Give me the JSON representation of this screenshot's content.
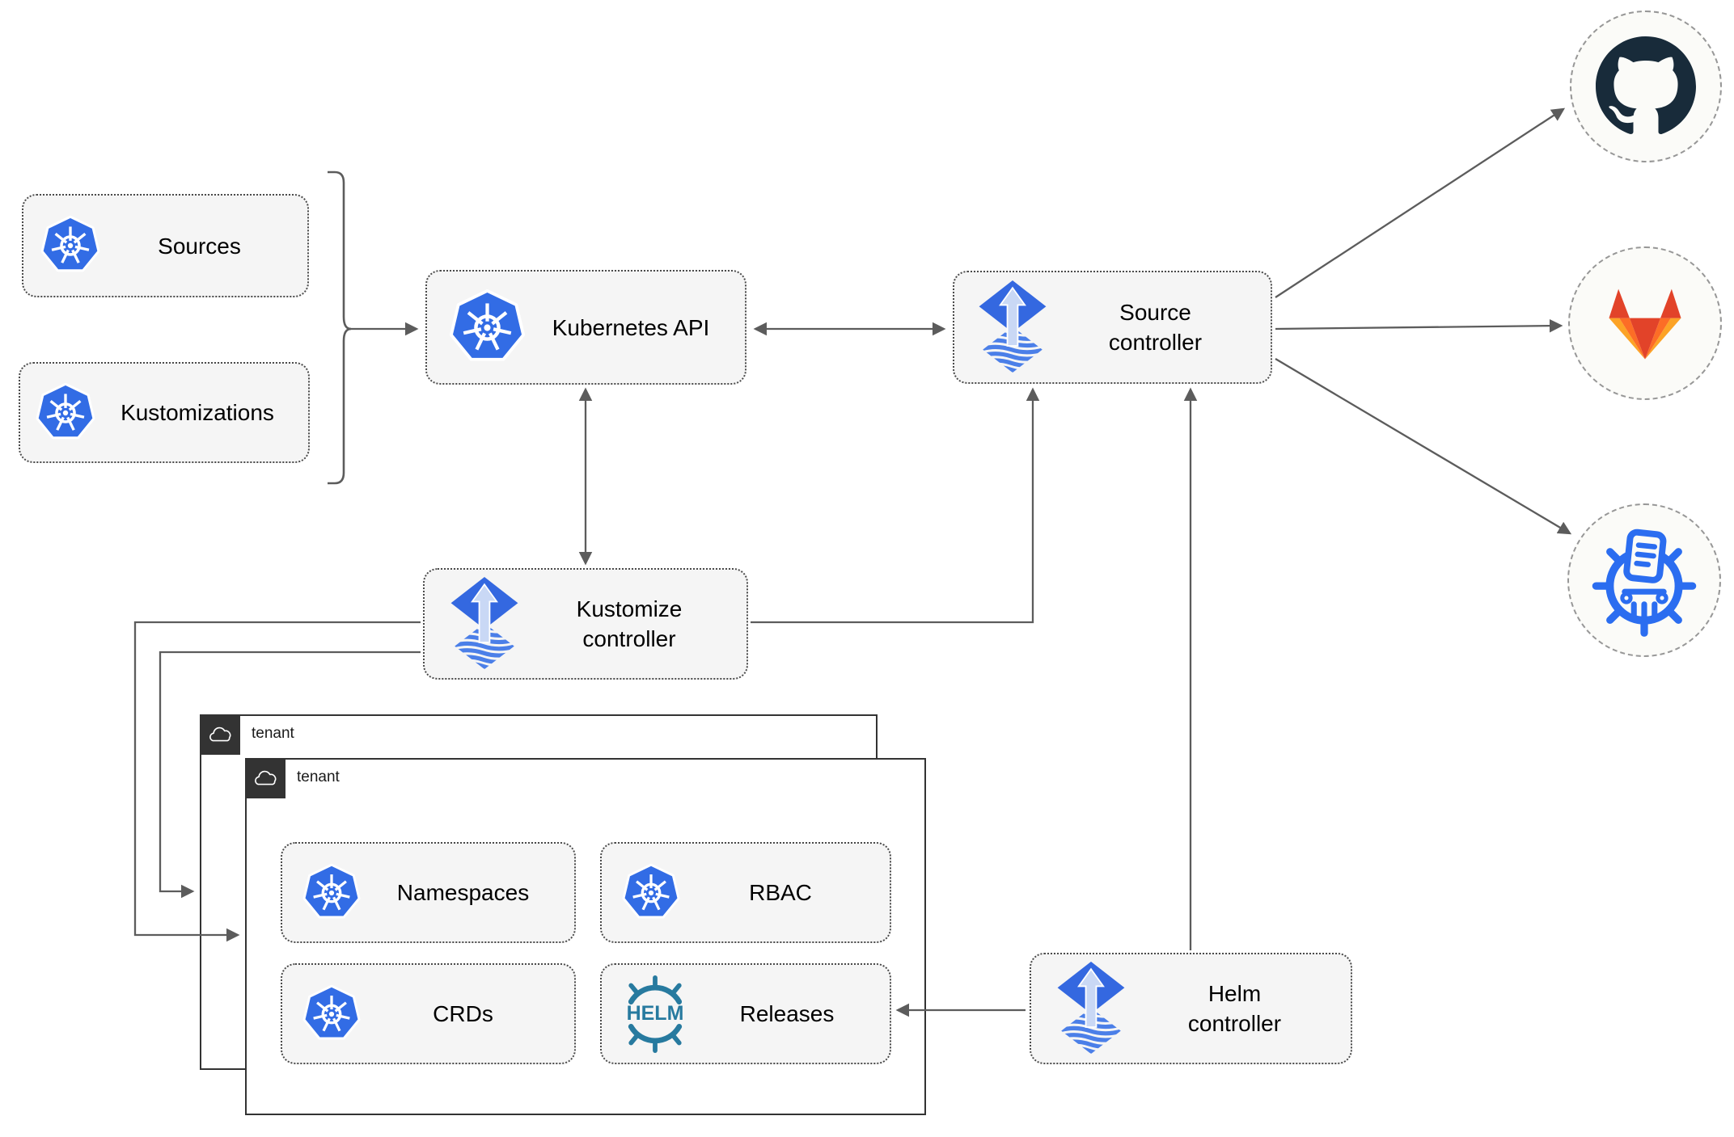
{
  "diagram": {
    "background": "#ffffff",
    "nodes": {
      "sources": {
        "label": "Sources",
        "icon": "kubernetes-icon"
      },
      "kustomizations": {
        "label": "Kustomizations",
        "icon": "kubernetes-icon"
      },
      "kubernetes_api": {
        "label": "Kubernetes API",
        "icon": "kubernetes-icon"
      },
      "source_controller": {
        "label": "Source controller",
        "icon": "flux-icon"
      },
      "kustomize_controller": {
        "label": "Kustomize controller",
        "icon": "flux-icon"
      },
      "helm_controller": {
        "label": "Helm controller",
        "icon": "flux-icon"
      },
      "tenant_back": {
        "label": "tenant",
        "icon": "cloud-icon"
      },
      "tenant_front": {
        "label": "tenant",
        "icon": "cloud-icon"
      },
      "namespaces": {
        "label": "Namespaces",
        "icon": "kubernetes-icon"
      },
      "rbac": {
        "label": "RBAC",
        "icon": "kubernetes-icon"
      },
      "crds": {
        "label": "CRDs",
        "icon": "kubernetes-icon"
      },
      "releases": {
        "label": "Releases",
        "icon": "helm-icon",
        "helm_logo_text": "HELM"
      },
      "github": {
        "icon": "github-icon"
      },
      "gitlab": {
        "icon": "gitlab-icon"
      },
      "chartmuseum": {
        "icon": "chartmuseum-icon"
      }
    },
    "groups": [
      {
        "members": [
          "sources",
          "kustomizations"
        ],
        "bracket_connects_to": "kubernetes_api"
      }
    ],
    "edges": [
      {
        "from": "sources+kustomizations",
        "to": "kubernetes_api",
        "style": "arrow"
      },
      {
        "from": "kubernetes_api",
        "to": "source_controller",
        "style": "double-arrow"
      },
      {
        "from": "kubernetes_api",
        "to": "kustomize_controller",
        "style": "double-arrow"
      },
      {
        "from": "kustomize_controller",
        "to": "source_controller",
        "style": "arrow"
      },
      {
        "from": "helm_controller",
        "to": "source_controller",
        "style": "arrow"
      },
      {
        "from": "helm_controller",
        "to": "releases",
        "style": "arrow"
      },
      {
        "from": "kustomize_controller",
        "to": "tenant_front",
        "style": "arrow"
      },
      {
        "from": "kustomize_controller",
        "to": "tenant_back",
        "style": "arrow"
      },
      {
        "from": "source_controller",
        "to": "github",
        "style": "arrow"
      },
      {
        "from": "source_controller",
        "to": "gitlab",
        "style": "arrow"
      },
      {
        "from": "source_controller",
        "to": "chartmuseum",
        "style": "arrow"
      }
    ],
    "colors": {
      "kubernetes_blue": "#326ce5",
      "flux_blue": "#3468e0",
      "flux_arrow_light": "#c9d8f5",
      "flux_stripe_blue": "#4b7fe8",
      "github_dark": "#182b3a",
      "gitlab_red_orange": "#e24329",
      "gitlab_orange": "#fc6d26",
      "gitlab_light_orange": "#fca326",
      "helm_teal": "#277a9f",
      "chartmuseum_blue": "#2b6df0",
      "connector_gray": "#5c5c5c",
      "node_fill": "#f5f5f5",
      "tenant_header_dark": "#333333"
    }
  }
}
